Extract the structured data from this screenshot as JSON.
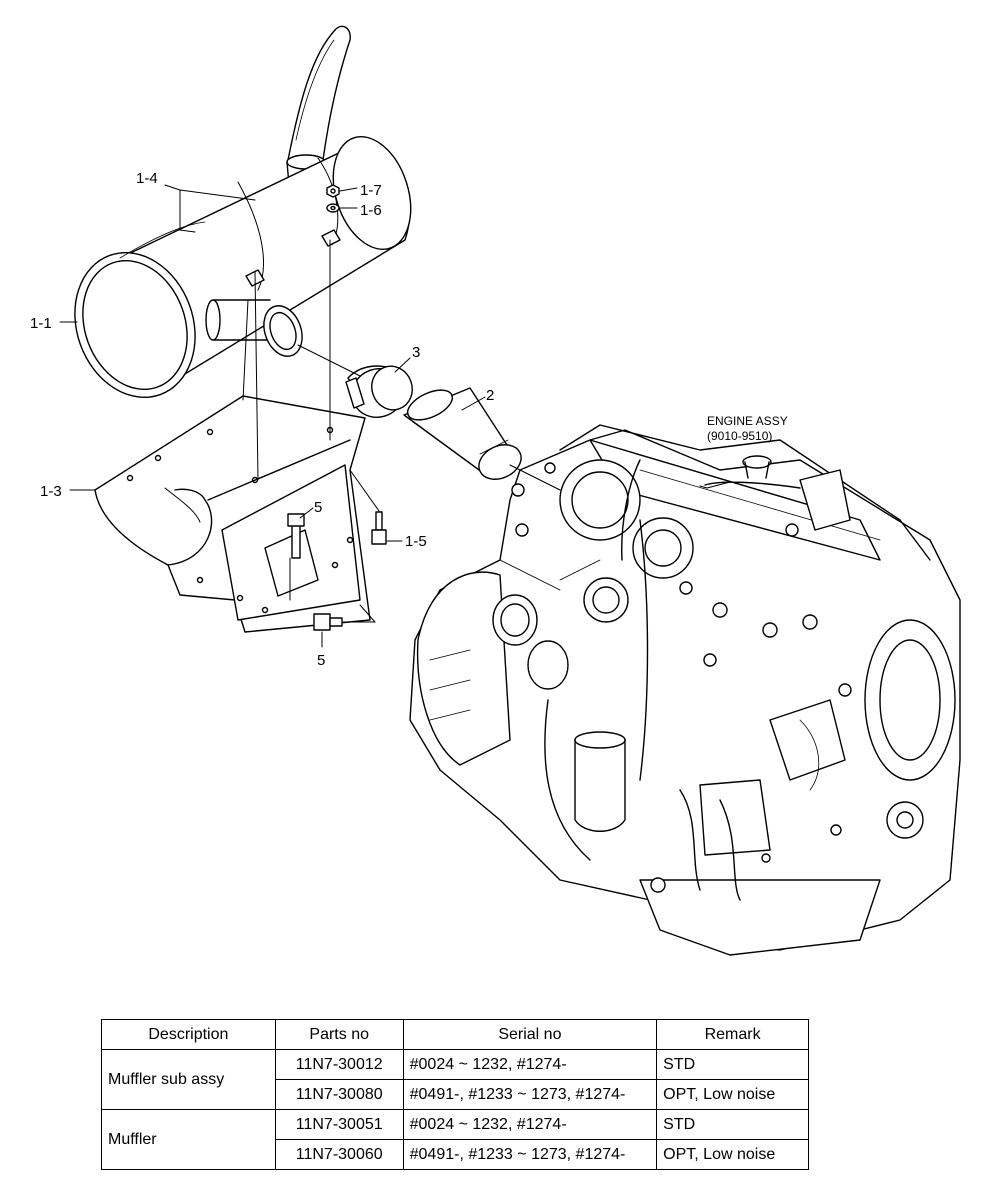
{
  "callouts": {
    "c1_4": "1-4",
    "c1_7": "1-7",
    "c1_6": "1-6",
    "c1_1": "1-1",
    "c3": "3",
    "c2": "2",
    "c1_3": "1-3",
    "c5a": "5",
    "c1_5": "1-5",
    "c5b": "5"
  },
  "engine": {
    "label_line1": "ENGINE ASSY",
    "label_line2": "(9010-9510)"
  },
  "table": {
    "headers": [
      "Description",
      "Parts no",
      "Serial no",
      "Remark"
    ],
    "groups": [
      {
        "description": "Muffler sub assy",
        "rows": [
          {
            "parts_no": "11N7-30012",
            "serial_no": "#0024 ~ 1232, #1274-",
            "remark": "STD"
          },
          {
            "parts_no": "11N7-30080",
            "serial_no": "#0491-, #1233 ~ 1273, #1274-",
            "remark": "OPT, Low noise"
          }
        ]
      },
      {
        "description": "Muffler",
        "rows": [
          {
            "parts_no": "11N7-30051",
            "serial_no": "#0024 ~ 1232, #1274-",
            "remark": "STD"
          },
          {
            "parts_no": "11N7-30060",
            "serial_no": "#0491-, #1233 ~ 1273, #1274-",
            "remark": "OPT, Low noise"
          }
        ]
      }
    ]
  }
}
